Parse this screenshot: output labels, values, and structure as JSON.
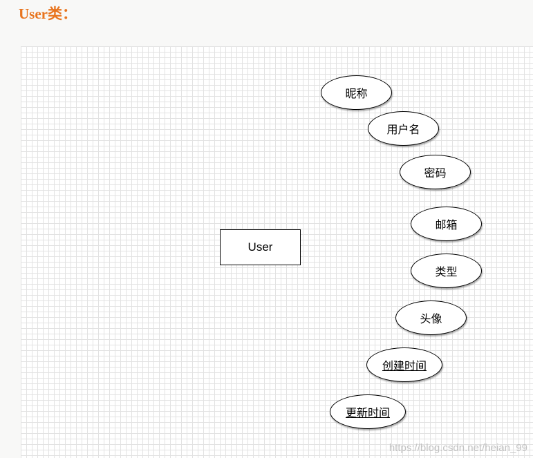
{
  "heading": "User类：",
  "entity": {
    "label": "User"
  },
  "attributes": [
    {
      "label": "昵称",
      "key": false
    },
    {
      "label": "用户名",
      "key": false
    },
    {
      "label": "密码",
      "key": false
    },
    {
      "label": "邮箱",
      "key": false
    },
    {
      "label": "类型",
      "key": false
    },
    {
      "label": "头像",
      "key": false
    },
    {
      "label": "创建时间",
      "key": true
    },
    {
      "label": "更新时间",
      "key": true
    }
  ],
  "watermark": "https://blog.csdn.net/heian_99"
}
